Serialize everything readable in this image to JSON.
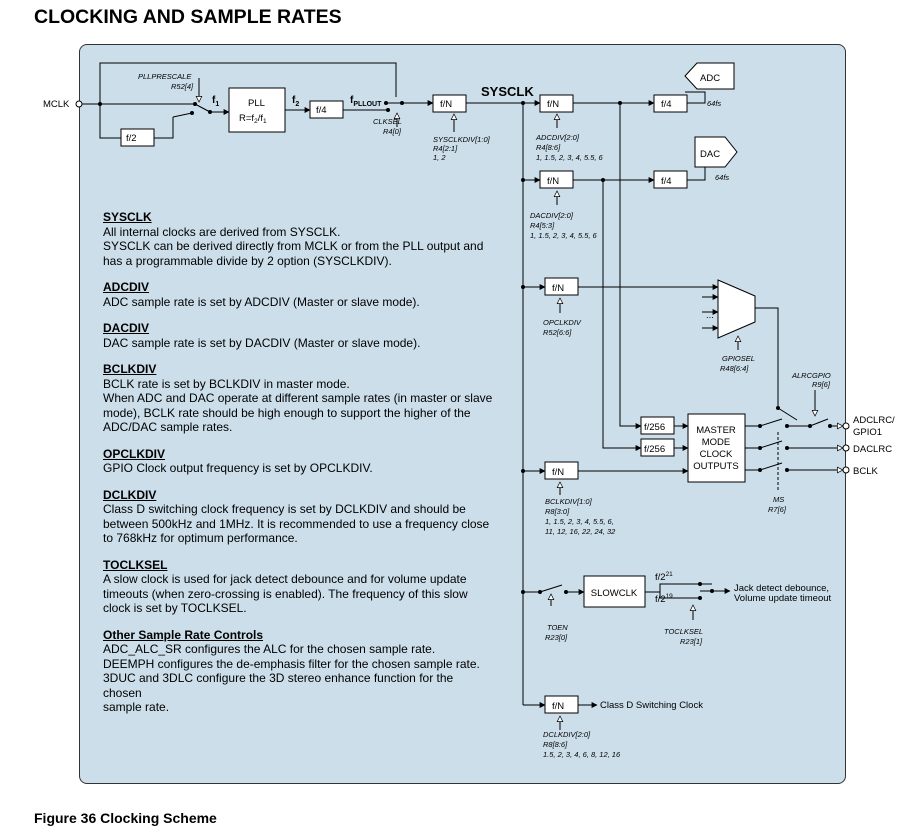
{
  "title": "CLOCKING AND SAMPLE RATES",
  "caption": "Figure 36  Clocking Scheme",
  "diagram": {
    "mclk": "MCLK",
    "pllprescale": "PLLPRESCALE",
    "pllprescale_reg": "R52[4]",
    "div2": "f/2",
    "f1": "f",
    "f1_sub": "1",
    "pll": "PLL",
    "pll_eq": "R=f",
    "pll_eq_sub2": "2",
    "pll_eq_slash": "/f",
    "pll_eq_sub1": "1",
    "f2": "f",
    "f2_sub": "2",
    "div4": "f/4",
    "fpllout": "f",
    "fpllout_sub": "PLLOUT",
    "clksel": "CLKSEL",
    "clksel_reg": "R4[0]",
    "divn": "f/N",
    "sysclk": "SYSCLK",
    "sysclkdiv": "SYSCLKDIV[1:0]",
    "sysclkdiv_reg": "R4[2:1]",
    "sysclkdiv_vals": "1, 2",
    "adcdiv": "ADCDIV[2:0]",
    "adcdiv_reg": "R4[8:6]",
    "adcdiv_vals": "1, 1.5, 2, 3, 4, 5.5, 6",
    "dacdiv": "DACDIV[2:0]",
    "dacdiv_reg": "R4[5:3]",
    "dacdiv_vals": "1, 1.5, 2, 3, 4, 5.5, 6",
    "adc": "ADC",
    "dac": "DAC",
    "fs64": "64fs",
    "opclkdiv": "OPCLKDIV",
    "opclkdiv_reg": "R52[6:6]",
    "dots": "...",
    "gpiosel": "GPIOSEL",
    "gpiosel_reg": "R48[6:4]",
    "alrcgpio": "ALRCGPIO",
    "alrcgpio_reg": "R9[6]",
    "div256": "f/256",
    "master_lines": [
      "MASTER",
      "MODE",
      "CLOCK",
      "OUTPUTS"
    ],
    "adclrc": "ADCLRC/",
    "gpio1": "GPIO1",
    "daclrc": "DACLRC",
    "bclk": "BCLK",
    "ms": "MS",
    "ms_reg": "R7[6]",
    "bclkdiv": "BCLKDIV[1:0]",
    "bclkdiv_reg": "R8[3:0]",
    "bclkdiv_vals1": "1, 1.5, 2, 3, 4, 5.5, 6,",
    "bclkdiv_vals2": "11, 12, 16, 22, 24, 32",
    "slowclk": "SLOWCLK",
    "f221": "f/2",
    "f221_sup": "21",
    "f219": "f/2",
    "f219_sup": "19",
    "jack_detect": "Jack detect debounce,",
    "vol_timeout": "Volume update timeout",
    "toen": "TOEN",
    "toen_reg": "R23[0]",
    "toclksel": "TOCLKSEL",
    "toclksel_reg": "R23[1]",
    "classd_clk": "Class D Switching Clock",
    "dclkdiv": "DCLKDIV[2:0]",
    "dclkdiv_reg": "R8[8:6]",
    "dclkdiv_vals": "1.5, 2, 3, 4, 6, 8, 12, 16"
  },
  "notes": [
    {
      "heading": "SYSCLK",
      "body": "All internal clocks are derived from SYSCLK.\nSYSCLK can be derived directly from MCLK or from the PLL output and\nhas a programmable divide by 2 option (SYSCLKDIV)."
    },
    {
      "heading": "ADCDIV",
      "body": "ADC sample rate is set by ADCDIV (Master or slave mode)."
    },
    {
      "heading": "DACDIV",
      "body": "DAC sample rate is set by DACDIV (Master or slave mode)."
    },
    {
      "heading": "BCLKDIV",
      "body": "BCLK rate is set by BCLKDIV in master mode.\nWhen ADC and DAC operate at different sample rates (in master or slave\nmode), BCLK rate should be high enough to support the higher of the\nADC/DAC sample rates."
    },
    {
      "heading": "OPCLKDIV",
      "body": "GPIO Clock output frequency is set by OPCLKDIV."
    },
    {
      "heading": "DCLKDIV",
      "body": "Class D switching clock frequency is set by DCLKDIV and should be\nbetween 500kHz and 1MHz. It is recommended to use a frequency close\nto 768kHz for optimum performance."
    },
    {
      "heading": "TOCLKSEL",
      "body": "A slow clock is used for jack detect debounce and for volume update\ntimeouts (when zero-crossing is enabled). The frequency of this slow\nclock is set by TOCLKSEL."
    },
    {
      "heading": "Other Sample Rate Controls",
      "body": "ADC_ALC_SR configures the ALC for the chosen sample rate.\nDEEMPH configures the de-emphasis filter for the chosen sample rate.\n3DUC and 3DLC configure the 3D stereo enhance function for the chosen\nsample rate."
    }
  ]
}
